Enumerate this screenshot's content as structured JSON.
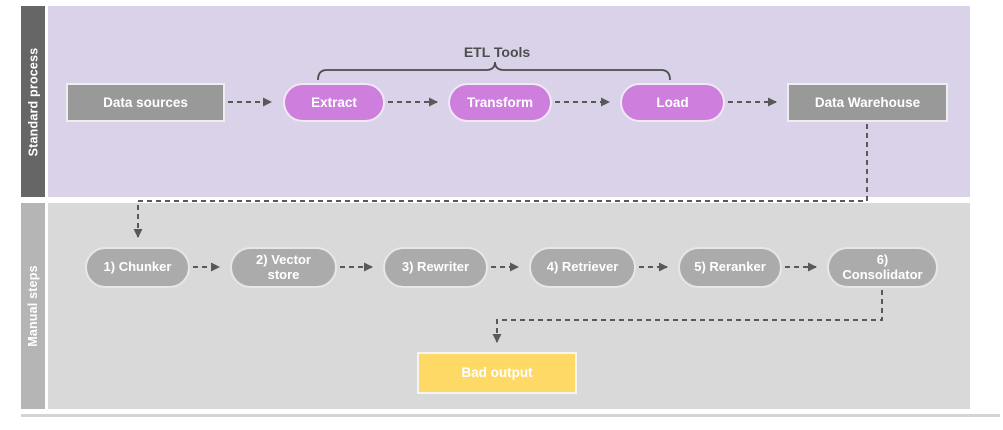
{
  "lanes": {
    "standard": {
      "label": "Standard process"
    },
    "manual": {
      "label": "Manual steps"
    }
  },
  "annotations": {
    "etl_tools": "ETL Tools"
  },
  "nodes": {
    "data_sources": {
      "label": "Data sources"
    },
    "extract": {
      "label": "Extract"
    },
    "transform": {
      "label": "Transform"
    },
    "load": {
      "label": "Load"
    },
    "data_warehouse": {
      "label": "Data Warehouse"
    },
    "chunker": {
      "label": "1) Chunker"
    },
    "vector_store": {
      "label": "2) Vector store"
    },
    "rewriter": {
      "label": "3) Rewriter"
    },
    "retriever": {
      "label": "4) Retriever"
    },
    "reranker": {
      "label": "5) Reranker"
    },
    "consolidator": {
      "label": "6) Consolidator"
    },
    "bad_output": {
      "label": "Bad output"
    }
  },
  "colors": {
    "standard_lane_label_bg": "#666666",
    "standard_lane_bg": "#d9d2e9",
    "manual_lane_label_bg": "#b5b5b5",
    "manual_lane_bg": "#d9d9d9",
    "gray_node": "#999999",
    "purple_node": "#ce7edc",
    "gray_pill": "#ababab",
    "yellow_node": "#ffd966",
    "connector": "#595959",
    "annotation_text": "#4d4d4d"
  }
}
